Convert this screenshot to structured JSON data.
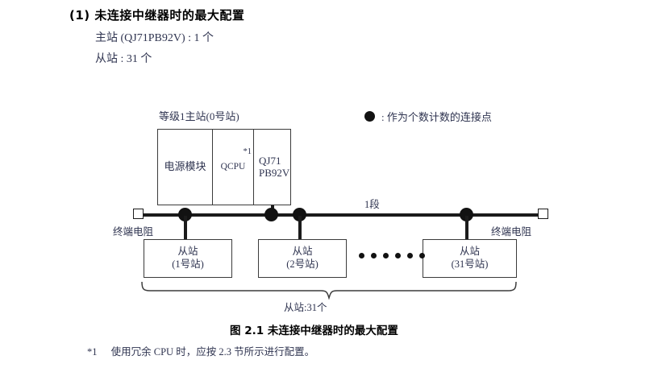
{
  "section": {
    "title": "(1) 未连接中继器时的最大配置",
    "lines": [
      "主站 (QJ71PB92V) : 1 个",
      "从站 : 31 个"
    ]
  },
  "legend": {
    "symbol": "filled-circle",
    "text": ": 作为个数计数的连接点"
  },
  "diagram": {
    "master": {
      "label": "等级1主站(0号站)",
      "cells": [
        {
          "text": "电源模块",
          "note": ""
        },
        {
          "text": "QCPU",
          "note": "*1"
        },
        {
          "text_line1": "QJ71",
          "text_line2": "PB92V",
          "note": ""
        }
      ]
    },
    "segment_label": "1段",
    "terminators": [
      {
        "position": "left",
        "label": "终端电阻"
      },
      {
        "position": "right",
        "label": "终端电阻"
      }
    ],
    "slaves": [
      {
        "line1": "从站",
        "line2": "(1号站)"
      },
      {
        "line1": "从站",
        "line2": "(2号站)"
      },
      {
        "line1": "从站",
        "line2": "(31号站)"
      }
    ],
    "ellipsis_count": 6,
    "brace_label": "从站:31个"
  },
  "caption": "图 2.1  未连接中继器时的最大配置",
  "footnote": {
    "mark": "*1",
    "text": "使用冗余 CPU 时，应按 2.3 节所示进行配置。"
  }
}
